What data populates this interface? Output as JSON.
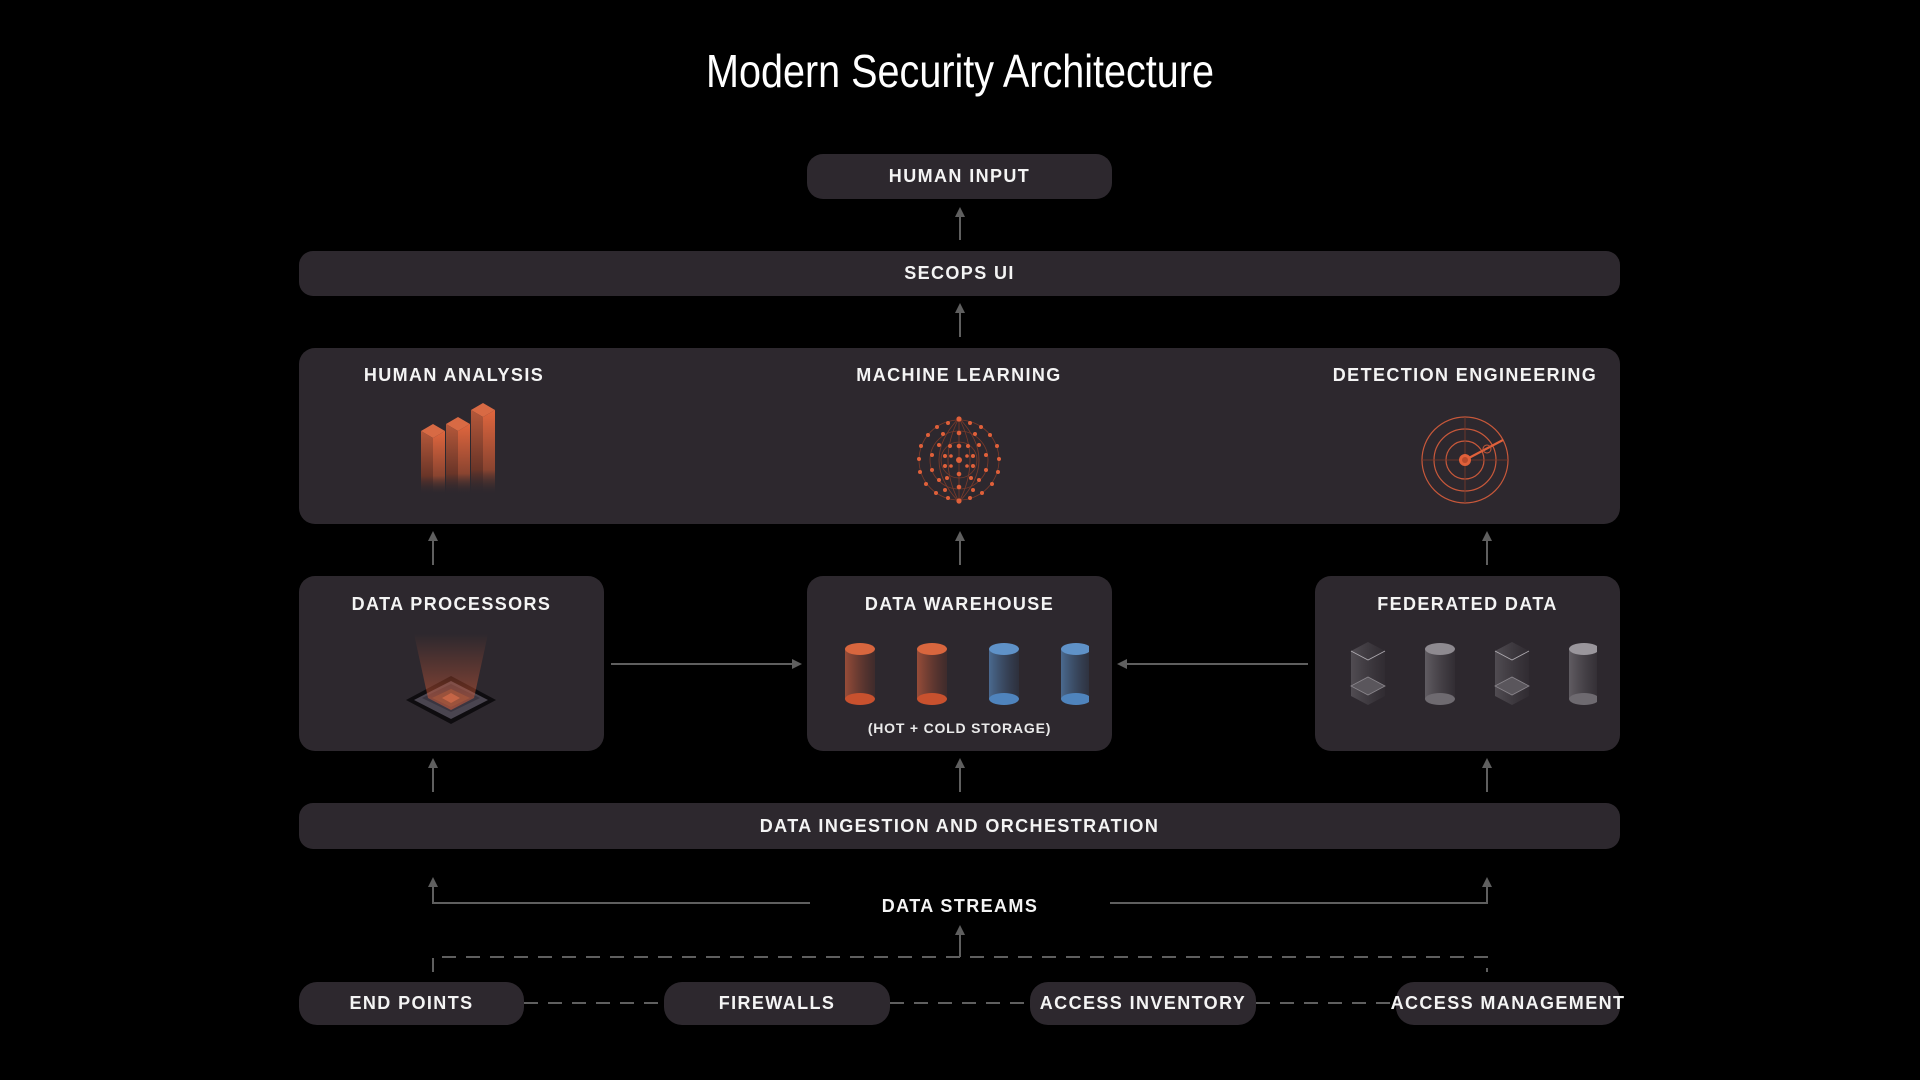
{
  "title": "Modern Security Architecture",
  "top": {
    "human_input": "HUMAN INPUT",
    "secops_ui": "SECOPS UI"
  },
  "analysis": {
    "sections": [
      {
        "label": "HUMAN ANALYSIS",
        "icon": "bar-chart-3d-icon"
      },
      {
        "label": "MACHINE LEARNING",
        "icon": "neural-network-sphere-icon"
      },
      {
        "label": "DETECTION ENGINEERING",
        "icon": "radar-target-icon"
      }
    ]
  },
  "storage": {
    "data_processors": {
      "label": "DATA PROCESSORS",
      "icon": "processor-chip-icon"
    },
    "data_warehouse": {
      "label": "DATA WAREHOUSE",
      "caption": "(HOT + COLD STORAGE)",
      "icon": "database-cylinders-icon"
    },
    "federated_data": {
      "label": "FEDERATED DATA",
      "icon": "federated-storage-icon"
    }
  },
  "ingestion": {
    "label": "DATA INGESTION AND ORCHESTRATION"
  },
  "streams": {
    "label": "DATA STREAMS"
  },
  "sources": [
    {
      "label": "END POINTS"
    },
    {
      "label": "FIREWALLS"
    },
    {
      "label": "ACCESS INVENTORY"
    },
    {
      "label": "ACCESS MANAGEMENT"
    }
  ],
  "colors": {
    "background": "#000000",
    "box": "#2d282e",
    "hot_accent": "#e0603a",
    "cold_accent": "#5a8dc4",
    "connector": "#5f5f5f",
    "text": "#f4f4f4"
  }
}
